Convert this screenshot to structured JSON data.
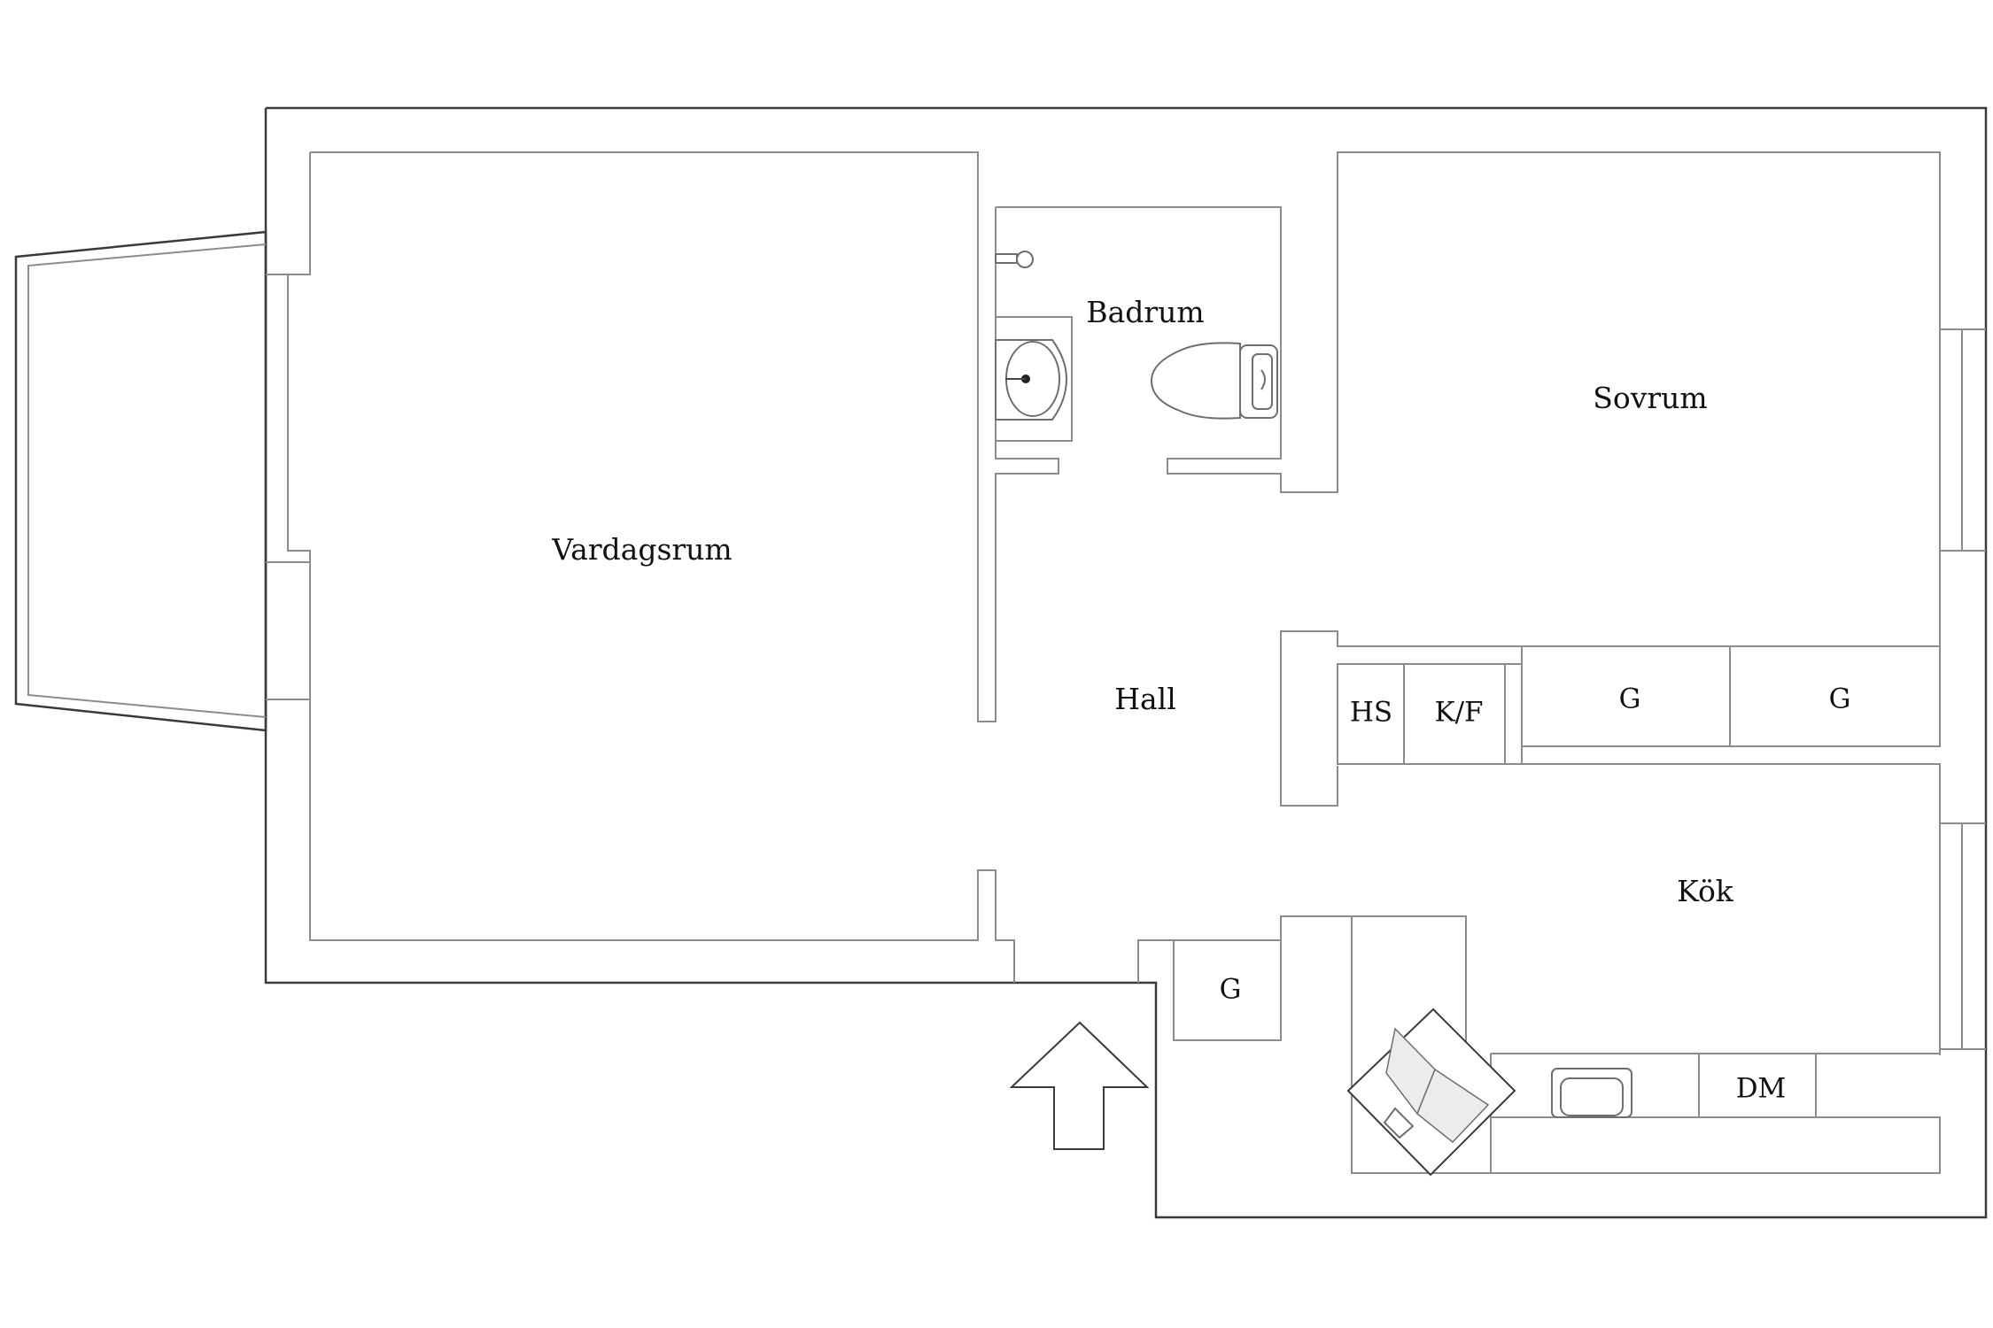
{
  "rooms": {
    "living_room": "Vardagsrum",
    "bathroom": "Badrum",
    "bedroom": "Sovrum",
    "hall": "Hall",
    "kitchen": "Kök"
  },
  "storage": {
    "hs": "HS",
    "kf": "K/F",
    "wardrobe_1": "G",
    "wardrobe_2": "G",
    "wardrobe_3": "G",
    "dishwasher": "DM"
  },
  "icons": {
    "entrance": "entrance-arrow-icon",
    "toilet": "toilet-icon",
    "sink": "sink-icon",
    "stove": "stove-icon",
    "kitchen_sink": "kitchen-sink-icon"
  },
  "colors": {
    "exterior_wall": "#3a3a3a",
    "interior_wall": "#8c8c8c",
    "background": "#ffffff"
  }
}
